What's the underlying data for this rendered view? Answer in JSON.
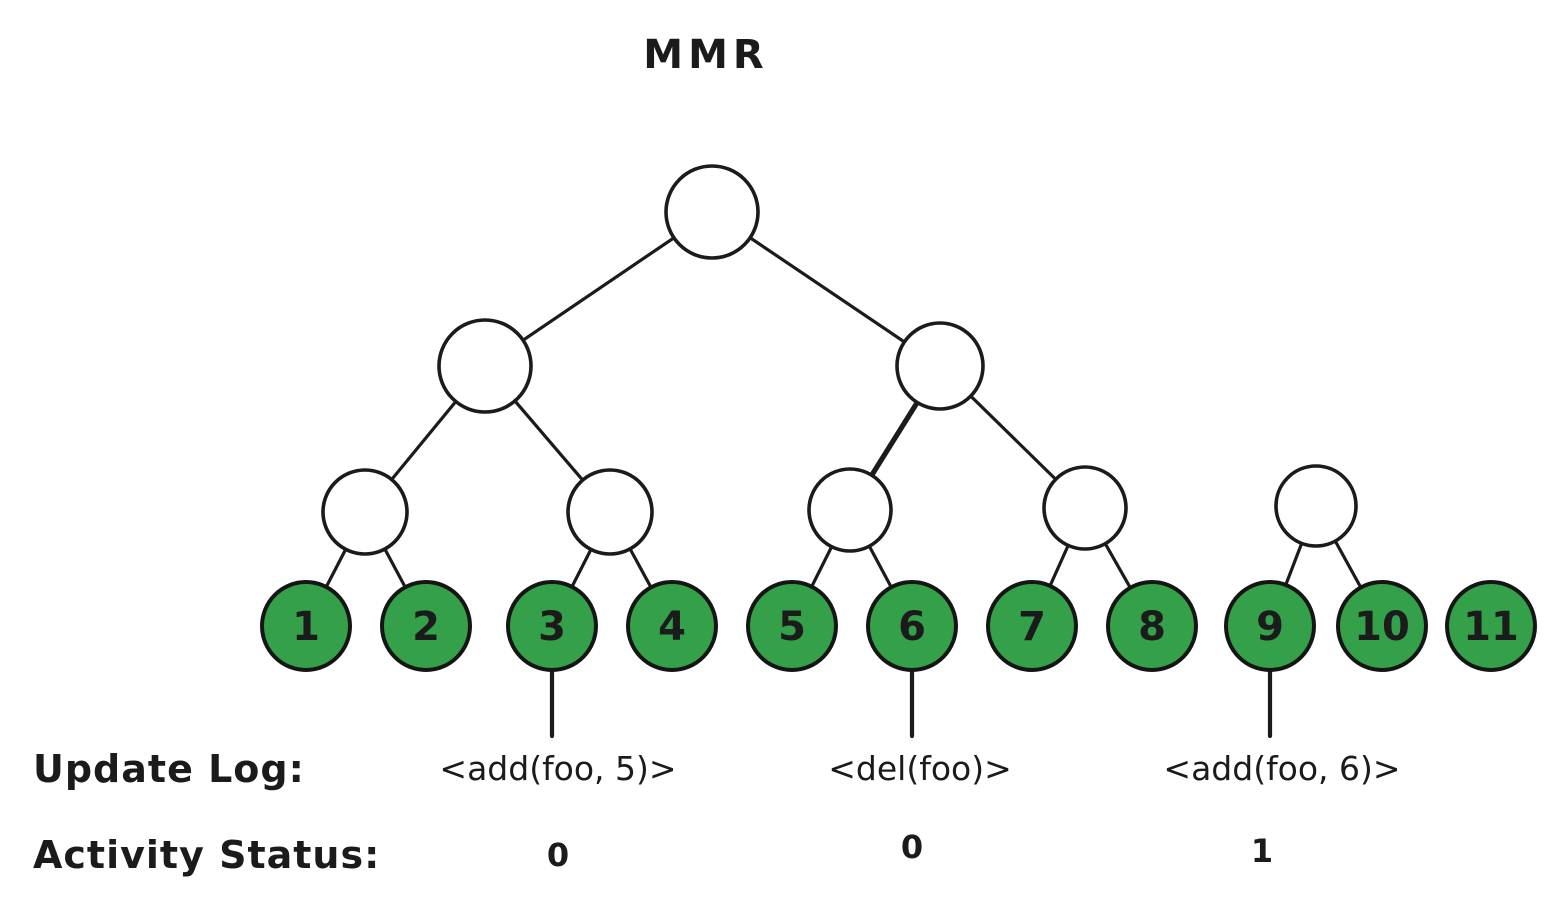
{
  "title": "MMR",
  "tree": {
    "leaves": [
      "1",
      "2",
      "3",
      "4",
      "5",
      "6",
      "7",
      "8",
      "9",
      "10",
      "11"
    ]
  },
  "update_log": {
    "label": "Update Log:",
    "entries": [
      {
        "text": "<add(foo, 5)>",
        "status": "0"
      },
      {
        "text": "<del(foo)>",
        "status": "0"
      },
      {
        "text": "<add(foo, 6)>",
        "status": "1"
      }
    ]
  },
  "activity_status": {
    "label": "Activity Status:"
  },
  "colors": {
    "leaf_fill": "#34a04a",
    "node_fill": "#ffffff",
    "stroke": "#1b1b1b",
    "background": "#ffffff"
  }
}
